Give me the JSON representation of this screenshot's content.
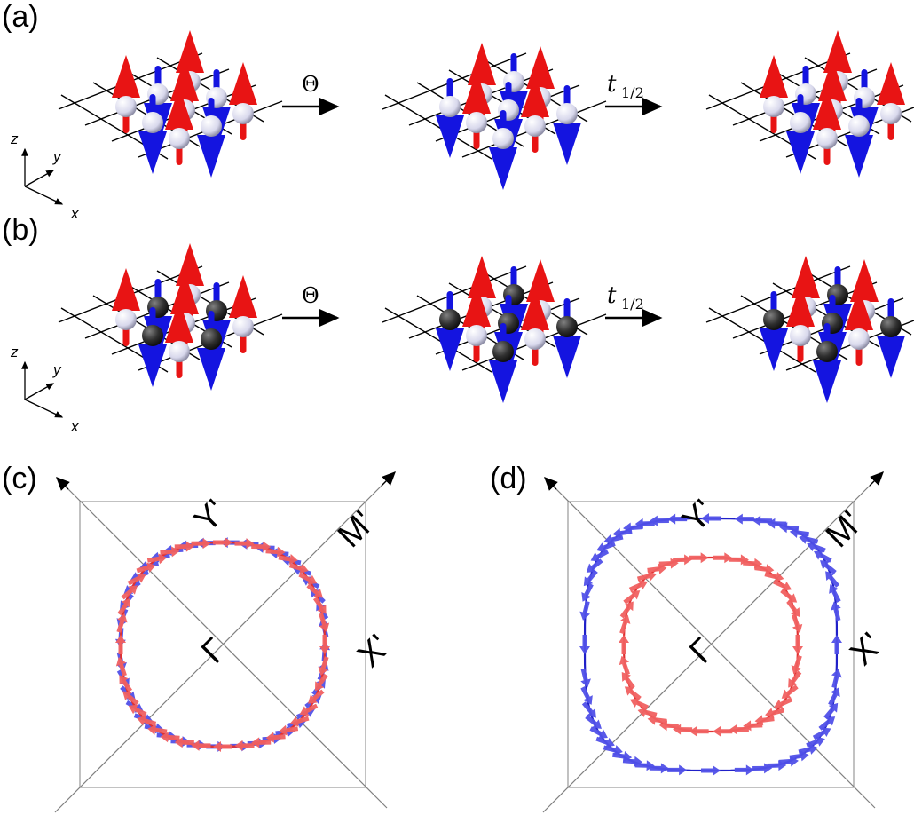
{
  "panels": {
    "a": {
      "label": "(a)",
      "op1": "Θ",
      "op2_base": "t",
      "op2_sub": "1/2",
      "axes": [
        "z",
        "y",
        "x"
      ]
    },
    "b": {
      "label": "(b)",
      "op1": "Θ",
      "op2_base": "t",
      "op2_sub": "1/2",
      "axes": [
        "z",
        "y",
        "x"
      ]
    },
    "c": {
      "label": "(c)",
      "points": [
        "Y'",
        "M'",
        "X'",
        "Γ"
      ]
    },
    "d": {
      "label": "(d)",
      "points": [
        "Y'",
        "M'",
        "X'",
        "Γ"
      ]
    }
  },
  "colors": {
    "spin_up": "#e81414",
    "spin_down": "#1414e0",
    "atom_light": "#dcdcf0",
    "atom_dark": "#2a2a2a",
    "contour_red": "#e03030",
    "contour_blue": "#2020c8",
    "arrow_red": "#f06060",
    "arrow_blue": "#5050e8",
    "lattice": "#000000",
    "bz": "#a0a0a0"
  }
}
